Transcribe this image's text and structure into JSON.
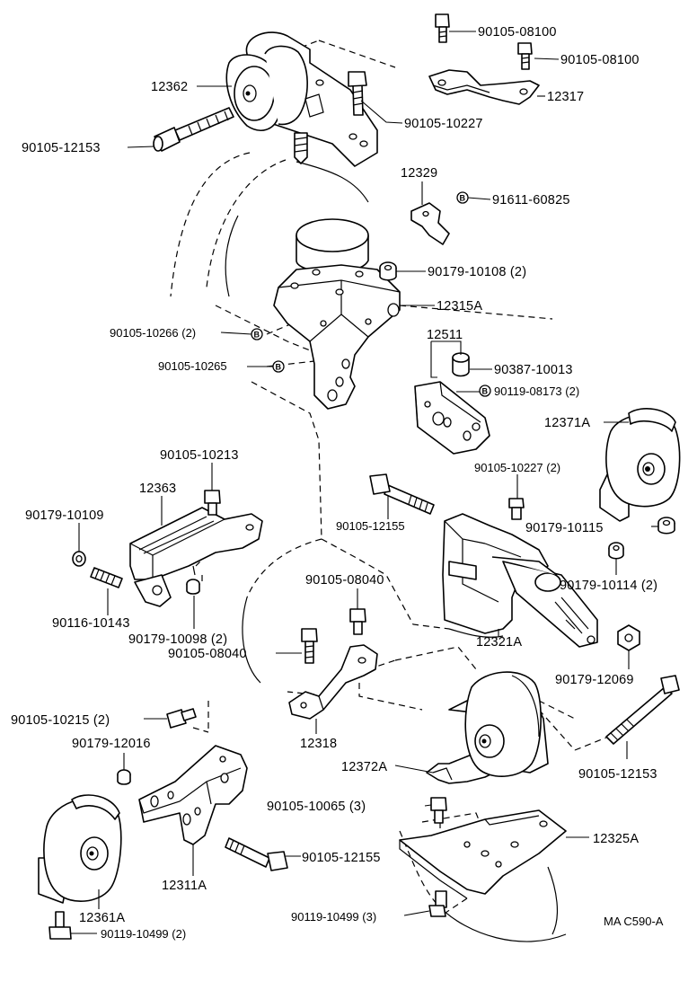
{
  "diagram": {
    "code": "MA C590-A",
    "labels": {
      "p90105_08100_a": "90105-08100",
      "p90105_08100_b": "90105-08100",
      "p12317": "12317",
      "p12362": "12362",
      "p90105_10227_top": "90105-10227",
      "p90105_12153_top": "90105-12153",
      "p12329": "12329",
      "p91611_60825": "91611-60825",
      "p90179_10108": "90179-10108 (2)",
      "p12315A": "12315A",
      "p90105_10266": "90105-10266 (2)",
      "p90105_10265": "90105-10265",
      "p12511": "12511",
      "p90387_10013": "90387-10013",
      "p90119_08173": "90119-08173 (2)",
      "p12371A": "12371A",
      "p90105_10213": "90105-10213",
      "p12363": "12363",
      "p90179_10109": "90179-10109",
      "p90116_10143": "90116-10143",
      "p90179_10098": "90179-10098 (2)",
      "p90105_10227_mid": "90105-10227 (2)",
      "p90105_12155_mid": "90105-12155",
      "p90179_10115": "90179-10115",
      "p90179_10114": "90179-10114 (2)",
      "p90105_08040_a": "90105-08040",
      "p90105_08040_b": "90105-08040",
      "p12321A": "12321A",
      "p90179_12069": "90179-12069",
      "p90105_10215": "90105-10215 (2)",
      "p90179_12016": "90179-12016",
      "p12318": "12318",
      "p12372A": "12372A",
      "p90105_12153_bot": "90105-12153",
      "p90105_10065": "90105-10065 (3)",
      "p12325A": "12325A",
      "p90105_12155_bot": "90105-12155",
      "p12311A": "12311A",
      "p12361A": "12361A",
      "p90119_10499_a": "90119-10499 (3)",
      "p90119_10499_b": "90119-10499 (2)"
    },
    "badge_letter": "B"
  }
}
